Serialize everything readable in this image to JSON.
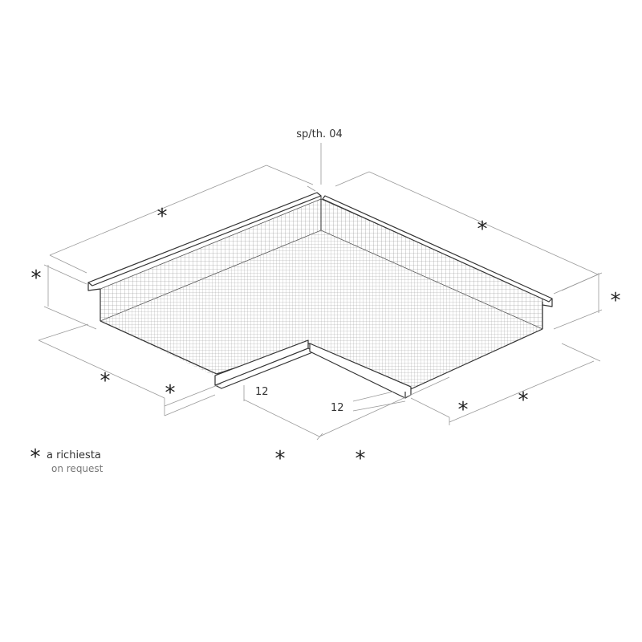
{
  "thickness_label": "sp/th. 04",
  "on_request_marker": "*",
  "flange_width_left": "12",
  "flange_width_right": "12",
  "legend": {
    "marker": "*",
    "line1": "a richiesta",
    "line2": "on request"
  },
  "colors": {
    "line": "#333333",
    "dim_line": "#9a9a9a",
    "mesh": "#8c8c8c"
  }
}
